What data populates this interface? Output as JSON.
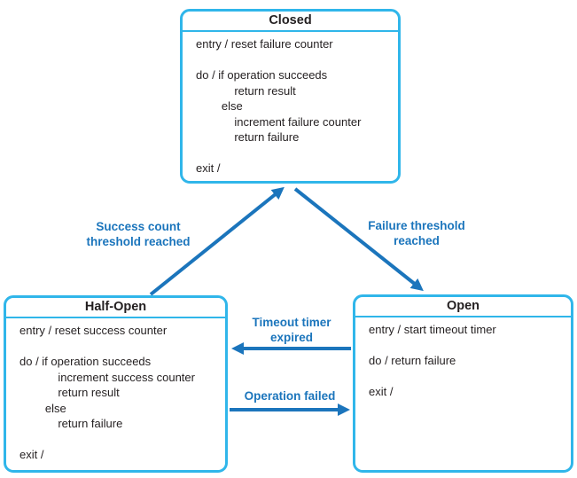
{
  "states": {
    "closed": {
      "title": "Closed",
      "body": "entry / reset failure counter\n\ndo / if operation succeeds\n            return result\n        else\n            increment failure counter\n            return failure\n\nexit /"
    },
    "half_open": {
      "title": "Half-Open",
      "body": "entry / reset success counter\n\ndo / if operation succeeds\n            increment success counter\n            return result\n        else\n            return failure\n\nexit /"
    },
    "open": {
      "title": "Open",
      "body": "entry / start timeout timer\n\ndo / return failure\n\nexit /"
    }
  },
  "transitions": {
    "success": {
      "label": "Success count\nthreshold reached",
      "from": "Half-Open",
      "to": "Closed"
    },
    "failure": {
      "label": "Failure threshold\nreached",
      "from": "Closed",
      "to": "Open"
    },
    "timeout": {
      "label": "Timeout timer\nexpired",
      "from": "Open",
      "to": "Half-Open"
    },
    "operation_failed": {
      "label": "Operation failed",
      "from": "Half-Open",
      "to": "Open"
    }
  },
  "colors": {
    "box_border": "#30b6ea",
    "arrow": "#1b75bc",
    "transition_label": "#1b75bc",
    "text": "#231f20",
    "background": "#ffffff"
  }
}
